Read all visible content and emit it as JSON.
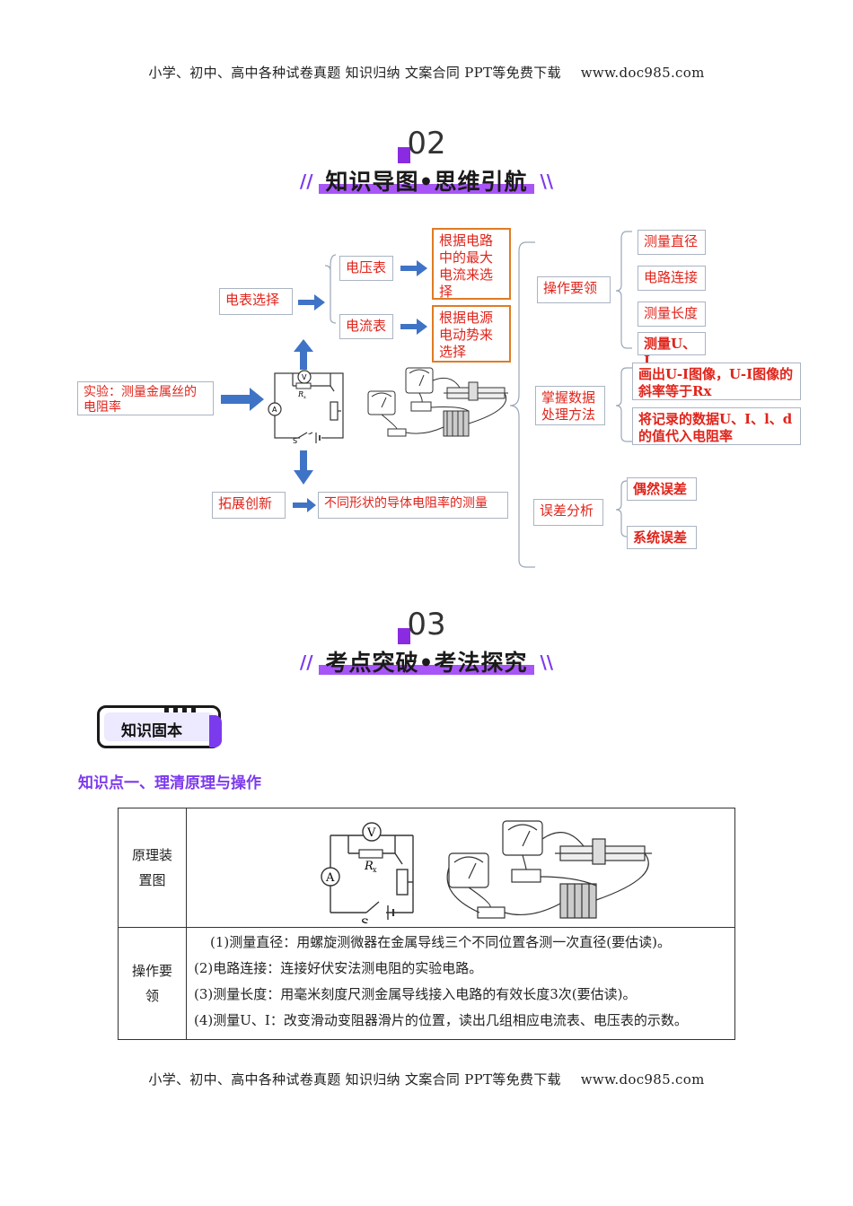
{
  "header": {
    "text": "小学、初中、高中各种试卷真题  知识归纳  文案合同  PPT等免费下载",
    "site": "www.doc985.com"
  },
  "footer": {
    "text": "小学、初中、高中各种试卷真题  知识归纳  文案合同  PPT等免费下载",
    "site": "www.doc985.com"
  },
  "section2": {
    "num": "02",
    "title": "知识导图•思维引航",
    "slash_left": "//",
    "slash_right": "\\\\"
  },
  "section3": {
    "num": "03",
    "title": "考点突破•考法探究",
    "slash_left": "//",
    "slash_right": "\\\\"
  },
  "mindmap": {
    "root": "实验：测量金属丝的电阻率",
    "meter_select": "电表选择",
    "voltmeter": "电压表",
    "ammeter": "电流表",
    "volt_rule": "根据电路中的最大电流来选择",
    "amm_rule": "根据电源电动势来选择",
    "extend": "拓展创新",
    "extend_item": "不同形状的导体电阻率的测量",
    "operation": "操作要领",
    "op_items": [
      "测量直径",
      "电路连接",
      "测量长度",
      "测量U、I"
    ],
    "data_proc": "掌握数据处理方法",
    "data_items": [
      "画出U-I图像，U-I图像的斜率等于Rx",
      "将记录的数据U、I、l、d的值代入电阻率"
    ],
    "error": "误差分析",
    "error_items": [
      "偶然误差",
      "系统误差"
    ],
    "circuit_labels": {
      "V": "V",
      "A": "A",
      "Rx": "R",
      "Rx_sub": "x",
      "S": "S"
    }
  },
  "tag": {
    "label": "知识固本"
  },
  "knowledge_point": {
    "title": "知识点一、理清原理与操作"
  },
  "table": {
    "row1_label": "原理装置图",
    "row2_label": "操作要领",
    "ops": [
      "(1)测量直径：用螺旋测微器在金属导线三个不同位置各测一次直径(要估读)。",
      "(2)电路连接：连接好伏安法测电阻的实验电路。",
      "(3)测量长度：用毫米刻度尺测金属导线接入电路的有效长度3次(要估读)。",
      "(4)测量U、I：改变滑动变阻器滑片的位置，读出几组相应电流表、电压表的示数。"
    ]
  },
  "colors": {
    "accent": "#7c3aed",
    "red_text": "#e0241b",
    "orange_border": "#e07b24",
    "arrow": "#3f73c6"
  }
}
